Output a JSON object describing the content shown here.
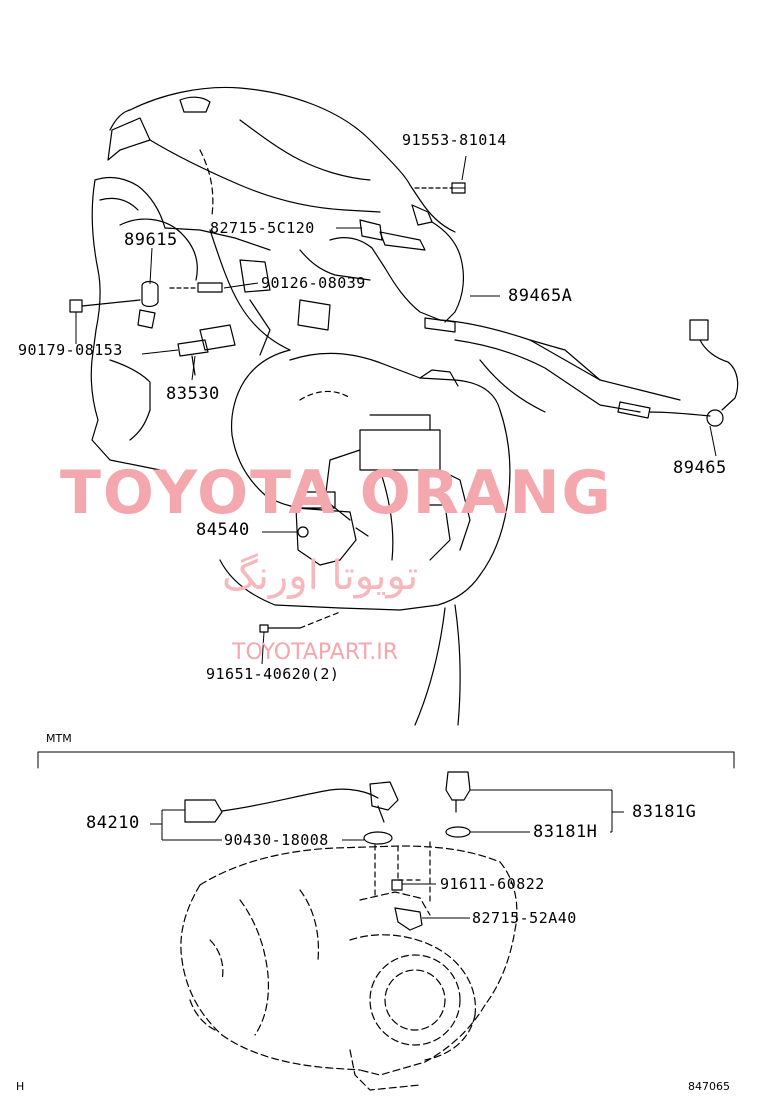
{
  "diagram": {
    "parts": {
      "p91553": "91553-81014",
      "p82715a": "82715-5C120",
      "p89615": "89615",
      "p90126": "90126-08039",
      "p89465a": "89465A",
      "p90179": "90179-08153",
      "p83530": "83530",
      "p89465": "89465",
      "p84540": "84540",
      "p91651": "91651-40620(2)",
      "p84210": "84210",
      "p90430": "90430-18008",
      "p83181g": "83181G",
      "p83181h": "83181H",
      "p91611": "91611-60822",
      "p82715b": "82715-52A40"
    },
    "section_label": "MTM",
    "corner_left": "H",
    "diagram_number": "847065"
  },
  "watermark": {
    "brand": "TOYOTA ORANG",
    "brand_fa": "تویوتا اورنگ",
    "url": "TOYOTAPART.IR"
  }
}
